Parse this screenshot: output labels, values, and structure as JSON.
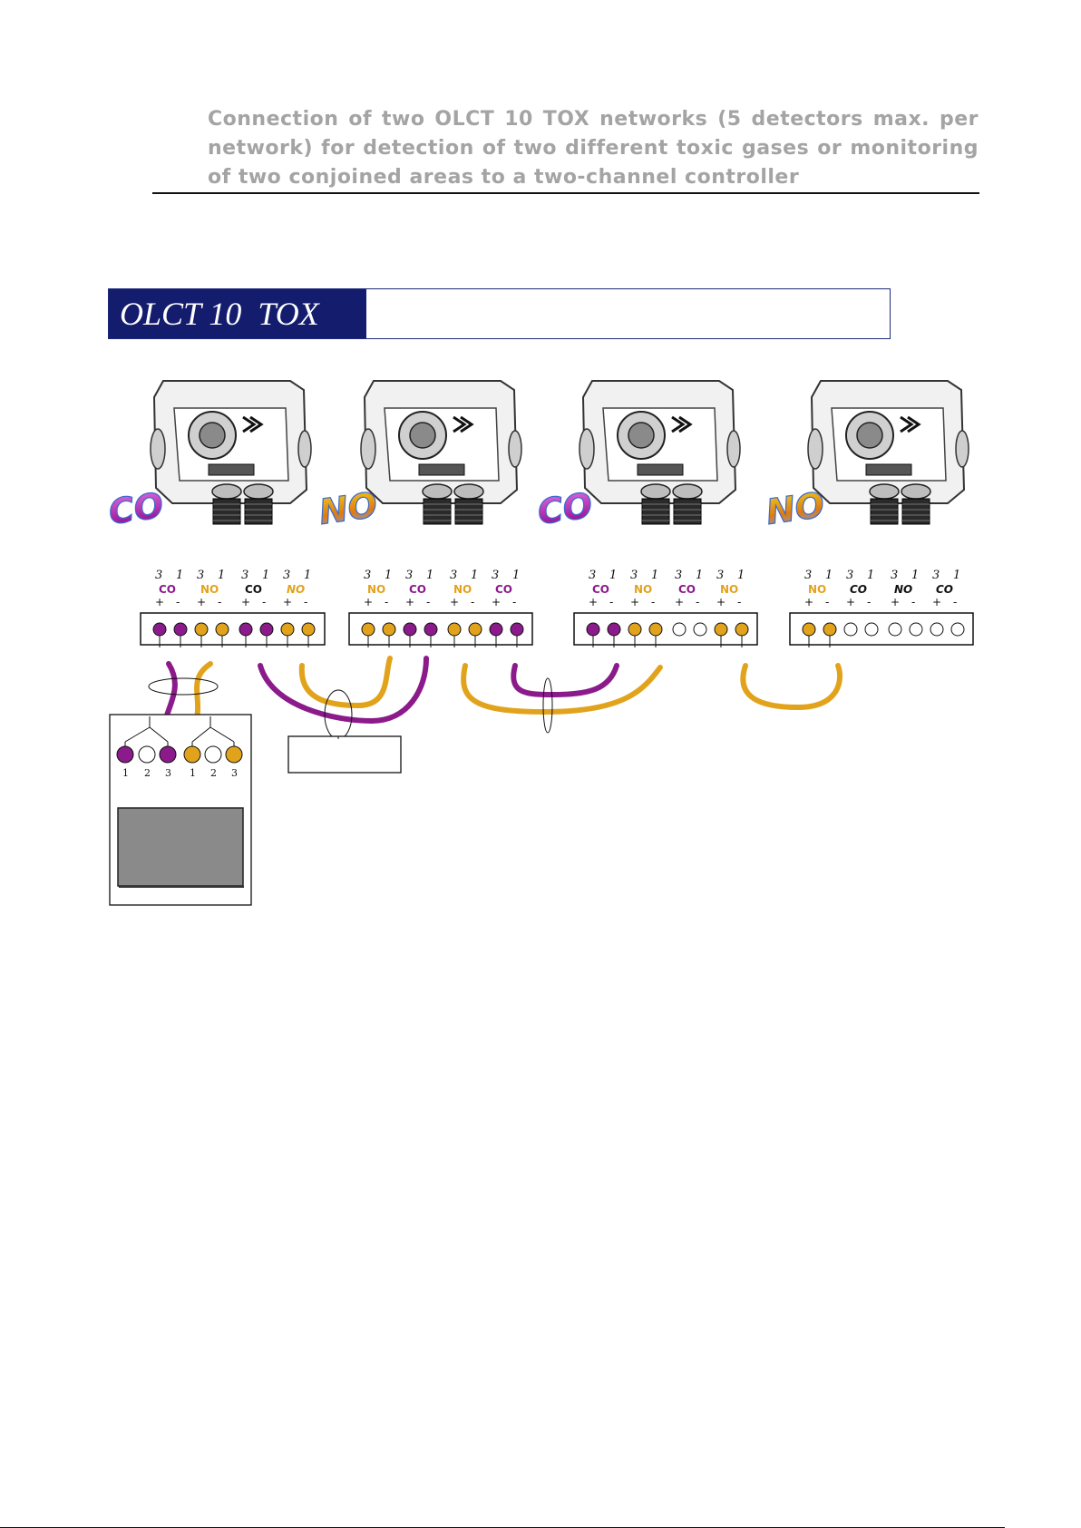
{
  "heading": "Connection of two OLCT 10 TOX networks (5 detectors max. per network) for detection of two different toxic gases or monitoring of two conjoined areas to a two-channel controller",
  "banner": {
    "label": "OLCT 10  TOX"
  },
  "colors": {
    "co_wire": "#8b1a8b",
    "no_wire": "#e2a31c",
    "banner_bg": "#141c6e",
    "heading_text": "#a4a4a4"
  },
  "detectors": [
    {
      "gas": "CO",
      "terminal_groups": [
        {
          "nums": [
            "3",
            "1",
            "3",
            "1"
          ],
          "gases": [
            "CO",
            "NO"
          ],
          "gas_style": [
            "co",
            "no"
          ]
        },
        {
          "nums": [
            "3",
            "1",
            "3",
            "1"
          ],
          "gases": [
            "CO",
            "NO"
          ],
          "gas_style": [
            "black",
            "no-italic"
          ]
        }
      ]
    },
    {
      "gas": "NO",
      "terminal_groups": [
        {
          "nums": [
            "3",
            "1",
            "3",
            "1"
          ],
          "gases": [
            "NO",
            "CO"
          ],
          "gas_style": [
            "no",
            "co"
          ]
        },
        {
          "nums": [
            "3",
            "1",
            "3",
            "1"
          ],
          "gases": [
            "NO",
            "CO"
          ],
          "gas_style": [
            "no",
            "co"
          ]
        }
      ]
    },
    {
      "gas": "CO",
      "terminal_groups": [
        {
          "nums": [
            "3",
            "1",
            "3",
            "1"
          ],
          "gases": [
            "CO",
            "NO"
          ],
          "gas_style": [
            "co",
            "no"
          ]
        },
        {
          "nums": [
            "3",
            "1",
            "3",
            "1"
          ],
          "gases": [
            "CO",
            "NO"
          ],
          "gas_style": [
            "co",
            "no"
          ]
        }
      ]
    },
    {
      "gas": "NO",
      "terminal_groups": [
        {
          "nums": [
            "3",
            "1",
            "3",
            "1"
          ],
          "gases": [
            "NO",
            "CO"
          ],
          "gas_style": [
            "no",
            "black-italic"
          ]
        },
        {
          "nums": [
            "3",
            "1",
            "3",
            "1"
          ],
          "gases": [
            "NO",
            "CO"
          ],
          "gas_style": [
            "black-italic",
            "black-italic"
          ]
        }
      ]
    }
  ],
  "terminal_polarity": [
    "+",
    "-",
    "+",
    "-"
  ],
  "strips": [
    [
      "co",
      "co",
      "no",
      "no",
      "co",
      "co",
      "no",
      "no"
    ],
    [
      "no",
      "no",
      "co",
      "co",
      "no",
      "no",
      "co",
      "co"
    ],
    [
      "co",
      "co",
      "no",
      "no",
      "empty",
      "empty",
      "no",
      "no"
    ],
    [
      "no",
      "no",
      "empty",
      "empty",
      "empty",
      "empty",
      "empty",
      "empty"
    ]
  ],
  "controller": {
    "terminals": [
      "co",
      "empty",
      "co",
      "no",
      "empty",
      "no"
    ],
    "numbers": [
      "1",
      "2",
      "3",
      "1",
      "2",
      "3"
    ]
  }
}
